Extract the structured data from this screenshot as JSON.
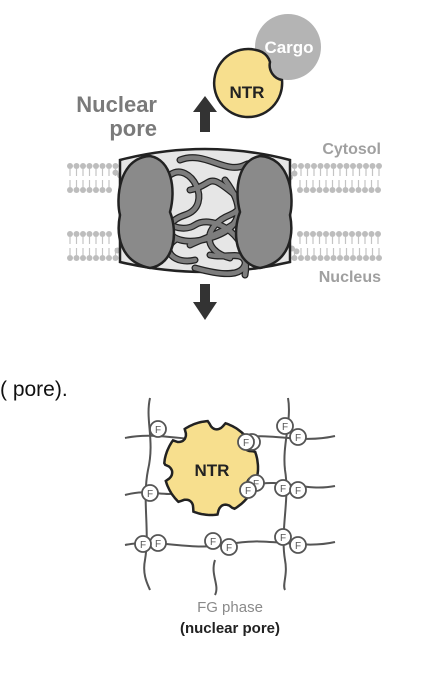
{
  "top_diagram": {
    "label_nuclear": "Nuclear",
    "label_pore": "pore",
    "label_cytosol": "Cytosol",
    "label_nucleus": "Nucleus",
    "cargo_label": "Cargo",
    "ntr_label": "NTR",
    "colors": {
      "ntr_fill": "#f7df8e",
      "cargo_fill": "#b4b4b4",
      "pore_fill": "#8a8a8a",
      "membrane": "#b0b0b0",
      "arrow": "#333333"
    }
  },
  "side_text": "( pore).",
  "bottom_diagram": {
    "ntr_label": "NTR",
    "fg_letter": "F",
    "caption_line1": "FG phase",
    "caption_line2": "(nuclear pore)"
  }
}
